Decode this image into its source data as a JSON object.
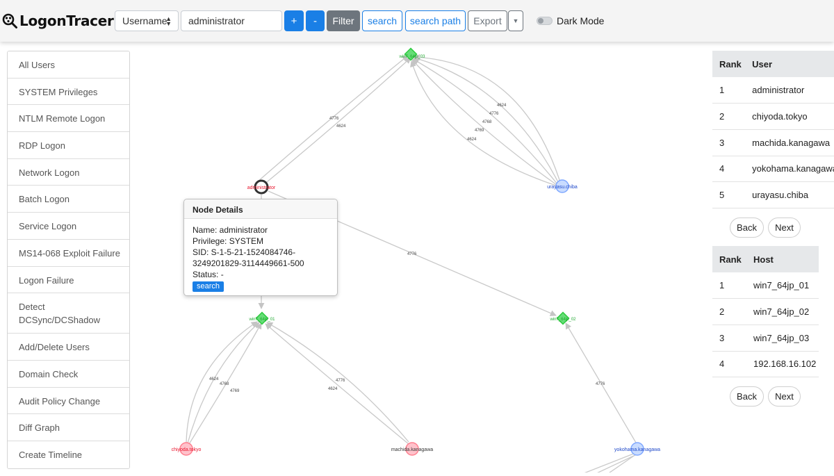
{
  "header": {
    "logo_text": "LogonTracer",
    "search_type": "Username",
    "search_value": "administrator",
    "plus_label": "+",
    "minus_label": "-",
    "filter_label": "Filter",
    "search_label": "search",
    "search_path_label": "search path",
    "export_label": "Export",
    "dark_mode_label": "Dark Mode",
    "dark_mode_on": false
  },
  "sidebar": {
    "items": [
      {
        "label": "All Users"
      },
      {
        "label": "SYSTEM Privileges"
      },
      {
        "label": "NTLM Remote Logon"
      },
      {
        "label": "RDP Logon"
      },
      {
        "label": "Network Logon"
      },
      {
        "label": "Batch Logon"
      },
      {
        "label": "Service Logon"
      },
      {
        "label": "MS14-068 Exploit Failure"
      },
      {
        "label": "Logon Failure"
      },
      {
        "label": "Detect DCSync/DCShadow"
      },
      {
        "label": "Add/Delete Users"
      },
      {
        "label": "Domain Check"
      },
      {
        "label": "Audit Policy Change"
      },
      {
        "label": "Diff Graph"
      },
      {
        "label": "Create Timeline"
      }
    ]
  },
  "graph": {
    "hosts": [
      "win7_64jp_03",
      "win7_64jp_01",
      "win7_64jp_02"
    ],
    "users": [
      "administrator",
      "urayasu.chiba",
      "chiyoda.tokyo",
      "machida.kanagawa",
      "yokohama.kanagawa"
    ],
    "edge_labels": {
      "admin_03": [
        "4776",
        "4624"
      ],
      "urayasu_03": [
        "4624",
        "4776",
        "4768",
        "4769",
        "4624"
      ],
      "admin_02": "4776",
      "chiyoda_01": [
        "4624",
        "4768",
        "4769"
      ],
      "machida_01": [
        "4776",
        "4624"
      ],
      "yokohama_02": "4776"
    },
    "colors": {
      "host": "#2ecc40",
      "user_admin": "#e8132b",
      "user_red": "#ff7f8f",
      "user_blue": "#7fa8ff",
      "edge": "#c7c7c7"
    }
  },
  "node_details": {
    "title": "Node Details",
    "name_line": "Name: administrator",
    "privilege_line": "Privilege: SYSTEM",
    "sid_line1": "SID: S-1-5-21-1524084746-",
    "sid_line2": "3249201829-3114449661-500",
    "status_line": "Status: -",
    "search_label": "search"
  },
  "user_rank": {
    "headers": {
      "rank": "Rank",
      "name": "User"
    },
    "rows": [
      {
        "rank": "1",
        "name": "administrator"
      },
      {
        "rank": "2",
        "name": "chiyoda.tokyo"
      },
      {
        "rank": "3",
        "name": "machida.kanagawa"
      },
      {
        "rank": "4",
        "name": "yokohama.kanagawa"
      },
      {
        "rank": "5",
        "name": "urayasu.chiba"
      }
    ],
    "back_label": "Back",
    "next_label": "Next"
  },
  "host_rank": {
    "headers": {
      "rank": "Rank",
      "name": "Host"
    },
    "rows": [
      {
        "rank": "1",
        "name": "win7_64jp_01"
      },
      {
        "rank": "2",
        "name": "win7_64jp_02"
      },
      {
        "rank": "3",
        "name": "win7_64jp_03"
      },
      {
        "rank": "4",
        "name": "192.168.16.102"
      }
    ],
    "back_label": "Back",
    "next_label": "Next"
  }
}
